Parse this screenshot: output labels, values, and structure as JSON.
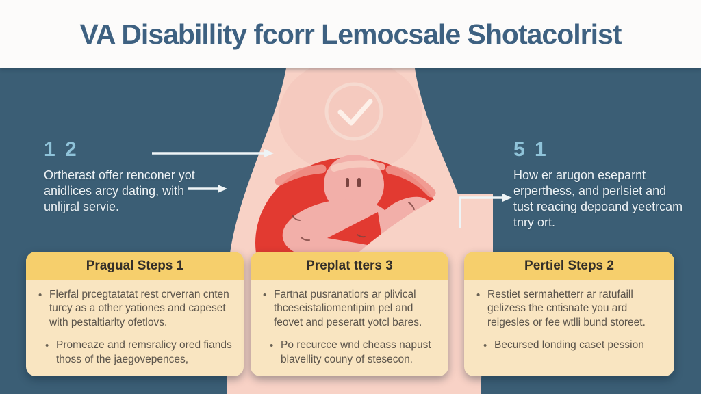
{
  "title": "VA Disabillity fcorr Lemocsale Shotacolrist",
  "left_callout": {
    "number": "1 2",
    "text": "Ortherast offer renconer yot\nanidlices arcy dating, with\nunlijral servie."
  },
  "right_callout": {
    "number": "5 1",
    "text": "How er arugon eseparnt\nerperthess, and perlsiet and\ntust reacing depoand yeetrcam\ntnry ort."
  },
  "cards": [
    {
      "title": "Pragual Steps 1",
      "bullets": [
        "Flerfal prcegtatatat rest crverran cnten turcy as a other yationes and capeset with pestaltiarlty ofetlovs.",
        "Promeaze and remsralicy ored fiands thoss of the jaegovepences,"
      ]
    },
    {
      "title": "Preplat tters 3",
      "bullets": [
        "Fartnat pusranatiors ar plivical thceseistaliomentipim pel and feovet and peseratt yotcl bares.",
        "Po recurcce wnd cheass napust blavellity couny of stesecon."
      ]
    },
    {
      "title": "Pertiel Steps 2",
      "bullets": [
        "Restiet sermahetterr ar ratufaill gelizess the cntisnate you ard reigesles or fee wtlli bund storeet.",
        "Becursed londing caset pession"
      ]
    }
  ],
  "icons": {
    "checkmark": "circle-outline with check glyph",
    "arrow_long": "right-pointing line arrow",
    "arrow_short": "right-pointing line arrow",
    "elbow_arrow": "up-then-right elbow arrow"
  },
  "colors": {
    "background": "#3b5e75",
    "header_bg": "#fcfbfa",
    "title_text": "#3e6181",
    "number_accent": "#8fc3d9",
    "light_text": "#edf3f6",
    "torso_pink": "#f8d2c6",
    "torso_shade": "#f2c2b5",
    "womb_red": "#e23a31",
    "womb_highlight": "#ef958c",
    "fetus_pink": "#f2afa9",
    "fetus_detail": "#7a4440",
    "check_ring": "#f6dcd2",
    "check_mark": "#fdf0e9",
    "arrow": "#eef4f6",
    "card_header_bg": "#f6cf6c",
    "card_body_bg": "#f9e5c1",
    "card_title_text": "#332e29",
    "card_body_text": "#5b544b",
    "bullet": "#6a6254"
  }
}
